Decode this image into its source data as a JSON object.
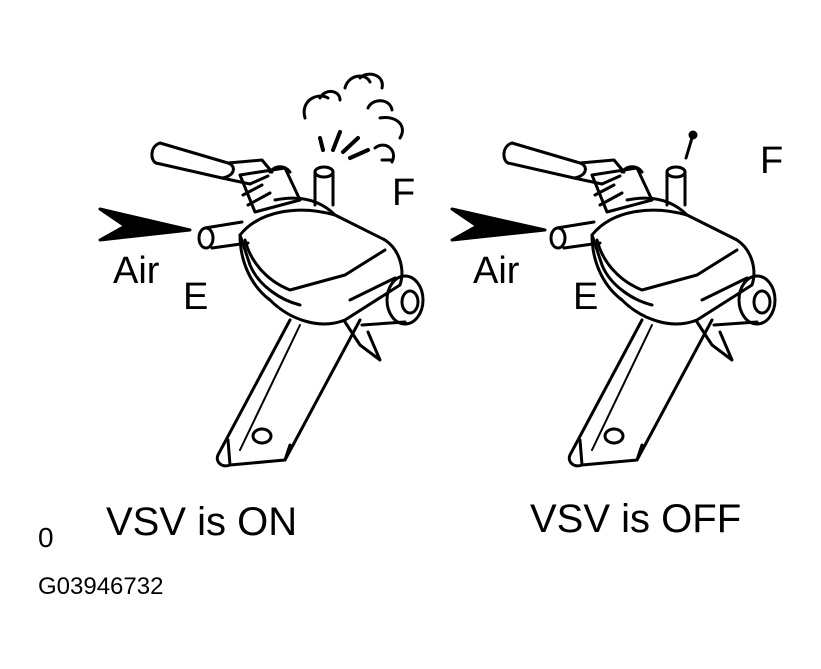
{
  "left_view": {
    "port_f_label": "F",
    "port_e_label": "E",
    "air_label": "Air",
    "caption": "VSV is ON"
  },
  "right_view": {
    "port_f_label": "F",
    "port_e_label": "E",
    "air_label": "Air",
    "caption": "VSV is OFF"
  },
  "corner_mark": "0",
  "figure_code": "G03946732"
}
